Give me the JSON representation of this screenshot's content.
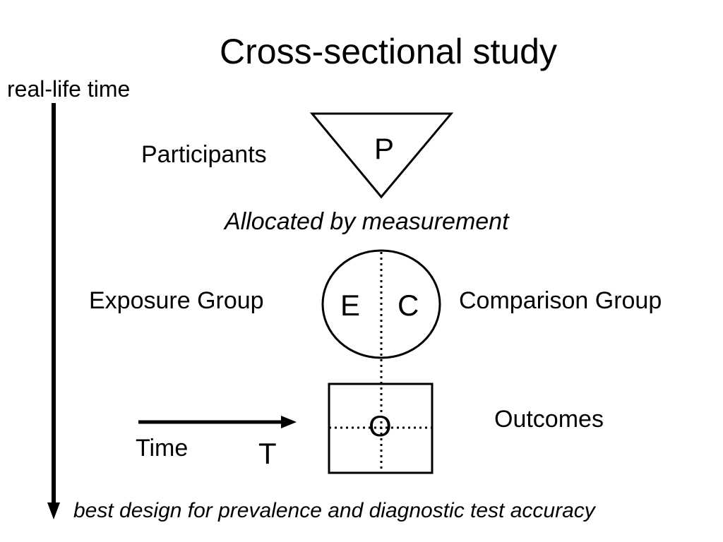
{
  "title": "Cross-sectional study",
  "axis": {
    "label": "real-life time"
  },
  "participants": {
    "label": "Participants",
    "symbol": "P"
  },
  "allocation": {
    "label": "Allocated by measurement"
  },
  "groups": {
    "exposure_label": "Exposure  Group",
    "exposure_symbol": "E",
    "comparison_label": "Comparison Group",
    "comparison_symbol": "C"
  },
  "outcomes": {
    "label": "Outcomes",
    "symbol": "O"
  },
  "time": {
    "label": "Time",
    "symbol": "T"
  },
  "footnote": "best design for prevalence and diagnostic test accuracy"
}
